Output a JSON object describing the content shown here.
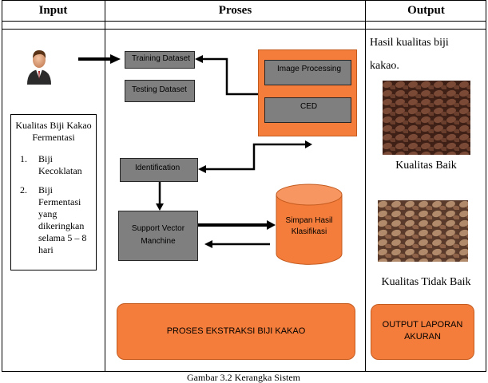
{
  "headers": {
    "input": "Input",
    "proses": "Proses",
    "output": "Output"
  },
  "input": {
    "criteria_title": "Kualitas Biji Kakao Fermentasi",
    "criteria_items": [
      {
        "num": "1.",
        "text": "Biji Kecoklatan"
      },
      {
        "num": "2.",
        "text": "Biji Fermentasi yang dikeringkan selama 5 – 8 hari"
      }
    ]
  },
  "proses": {
    "training_dataset": "Training Dataset",
    "testing_dataset": "Testing Dataset",
    "image_processing": "Image Processing",
    "ced": "CED",
    "identification": "Identification",
    "svm": "Support Vector Manchine",
    "storage": "Simpan Hasil Klasifikasi",
    "extraction": "PROSES EKSTRAKSI BIJI KAKAO"
  },
  "output": {
    "result_title": "Hasil kualitas biji kakao.",
    "good_label": "Kualitas Baik",
    "bad_label": "Kualitas Tidak Baik",
    "report": "OUTPUT LAPORAN AKURAN"
  },
  "caption": "Gambar 3.2 Kerangka Sistem",
  "colors": {
    "orange": "#f57d3b",
    "gray_box": "#7f7f7f",
    "beans_dark": "#5a3424",
    "beans_light": "#9c7358"
  }
}
